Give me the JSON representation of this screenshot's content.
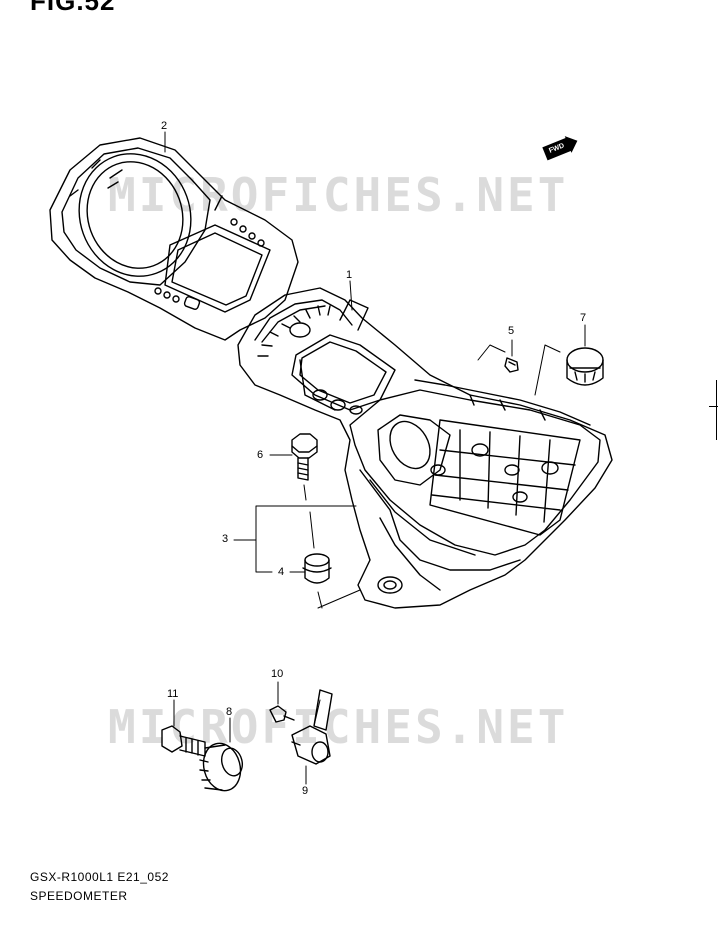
{
  "figure": {
    "title": "FIG.52"
  },
  "watermark": "MICROFICHES.NET",
  "direction_marker": "FWD",
  "callouts": [
    {
      "id": "c1",
      "label": "1"
    },
    {
      "id": "c2",
      "label": "2"
    },
    {
      "id": "c3",
      "label": "3"
    },
    {
      "id": "c4",
      "label": "4"
    },
    {
      "id": "c5",
      "label": "5"
    },
    {
      "id": "c6",
      "label": "6"
    },
    {
      "id": "c7",
      "label": "7"
    },
    {
      "id": "c8",
      "label": "8"
    },
    {
      "id": "c9",
      "label": "9"
    },
    {
      "id": "c10",
      "label": "10"
    },
    {
      "id": "c11",
      "label": "11"
    }
  ],
  "footer": {
    "diagram_code": "GSX-R1000L1 E21_052",
    "section_name": "SPEEDOMETER"
  }
}
